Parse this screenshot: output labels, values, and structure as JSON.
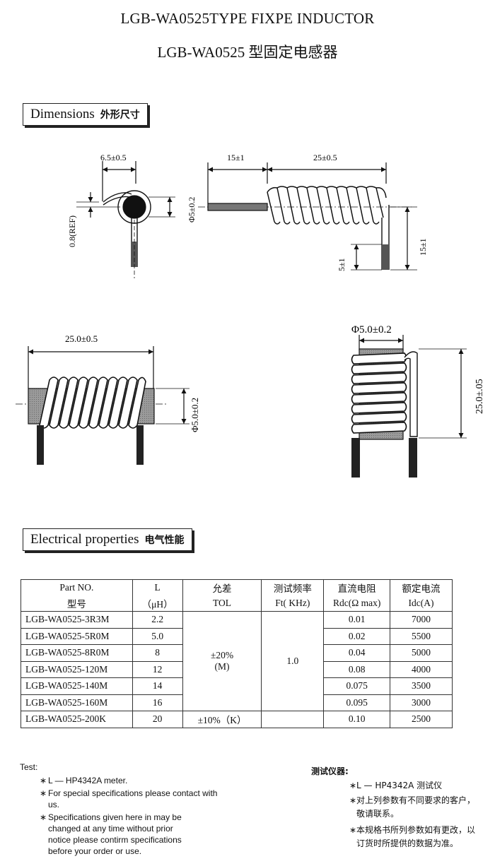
{
  "title": "LGB-WA0525TYPE FIXPE INDUCTOR",
  "title_cn": "LGB-WA0525 型固定电感器",
  "dimensions": {
    "heading": "Dimensions",
    "heading_cn": "外形尺寸",
    "labels": {
      "d1": "6.5±0.5",
      "d2": "0.8(REF)",
      "d3": "Φ5±0.2",
      "d4": "15±1",
      "d5": "25±0.5",
      "d6": "5±1",
      "d7": "15±1",
      "d8": "25.0±0.5",
      "d9": "Φ5.0±0.2",
      "d10": "Φ5.0±0.2",
      "d11": "25.0±.05"
    }
  },
  "electrical": {
    "heading": "Electrical properties",
    "heading_cn": "电气性能",
    "headers": [
      [
        "Part    NO.",
        "型号"
      ],
      [
        "L",
        "（μH）"
      ],
      [
        "允差",
        "TOL"
      ],
      [
        "测试频率",
        "Ft( KHz)"
      ],
      [
        "直流电阻",
        "Rdc(Ω max)"
      ],
      [
        "额定电流",
        "Idc(A)"
      ]
    ],
    "rows": [
      {
        "part": "LGB-WA0525-3R3M",
        "l": "2.2",
        "rdc": "0.01",
        "idc": "7000"
      },
      {
        "part": "LGB-WA0525-5R0M",
        "l": "5.0",
        "rdc": "0.02",
        "idc": "5500"
      },
      {
        "part": "LGB-WA0525-8R0M",
        "l": "8",
        "rdc": "0.04",
        "idc": "5000"
      },
      {
        "part": "LGB-WA0525-120M",
        "l": "12",
        "rdc": "0.08",
        "idc": "4000"
      },
      {
        "part": "LGB-WA0525-140M",
        "l": "14",
        "rdc": "0.075",
        "idc": "3500"
      },
      {
        "part": "LGB-WA0525-160M",
        "l": "16",
        "rdc": "0.095",
        "idc": "3000"
      },
      {
        "part": "LGB-WA0525-200K",
        "l": "20",
        "tol": "±10%（K）",
        "rdc": "0.10",
        "idc": "2500"
      }
    ],
    "tol_merged_1": "±20%",
    "tol_merged_2": "(M)",
    "freq_merged": "1.0"
  },
  "test": {
    "heading": "Test:",
    "items": [
      "L — HP4342A meter.",
      "For special specifications please contact with us.",
      "Specifications given here in may be changed at any time without prior notice please contirm specifications before your order or use."
    ],
    "heading_cn": "测试仪器:",
    "items_cn": [
      "L — HP4342A 测试仪",
      "对上列参数有不同要求的客户，敬请联系。",
      "本规格书所列参数如有更改，以订货时所提供的数据为准。"
    ]
  }
}
